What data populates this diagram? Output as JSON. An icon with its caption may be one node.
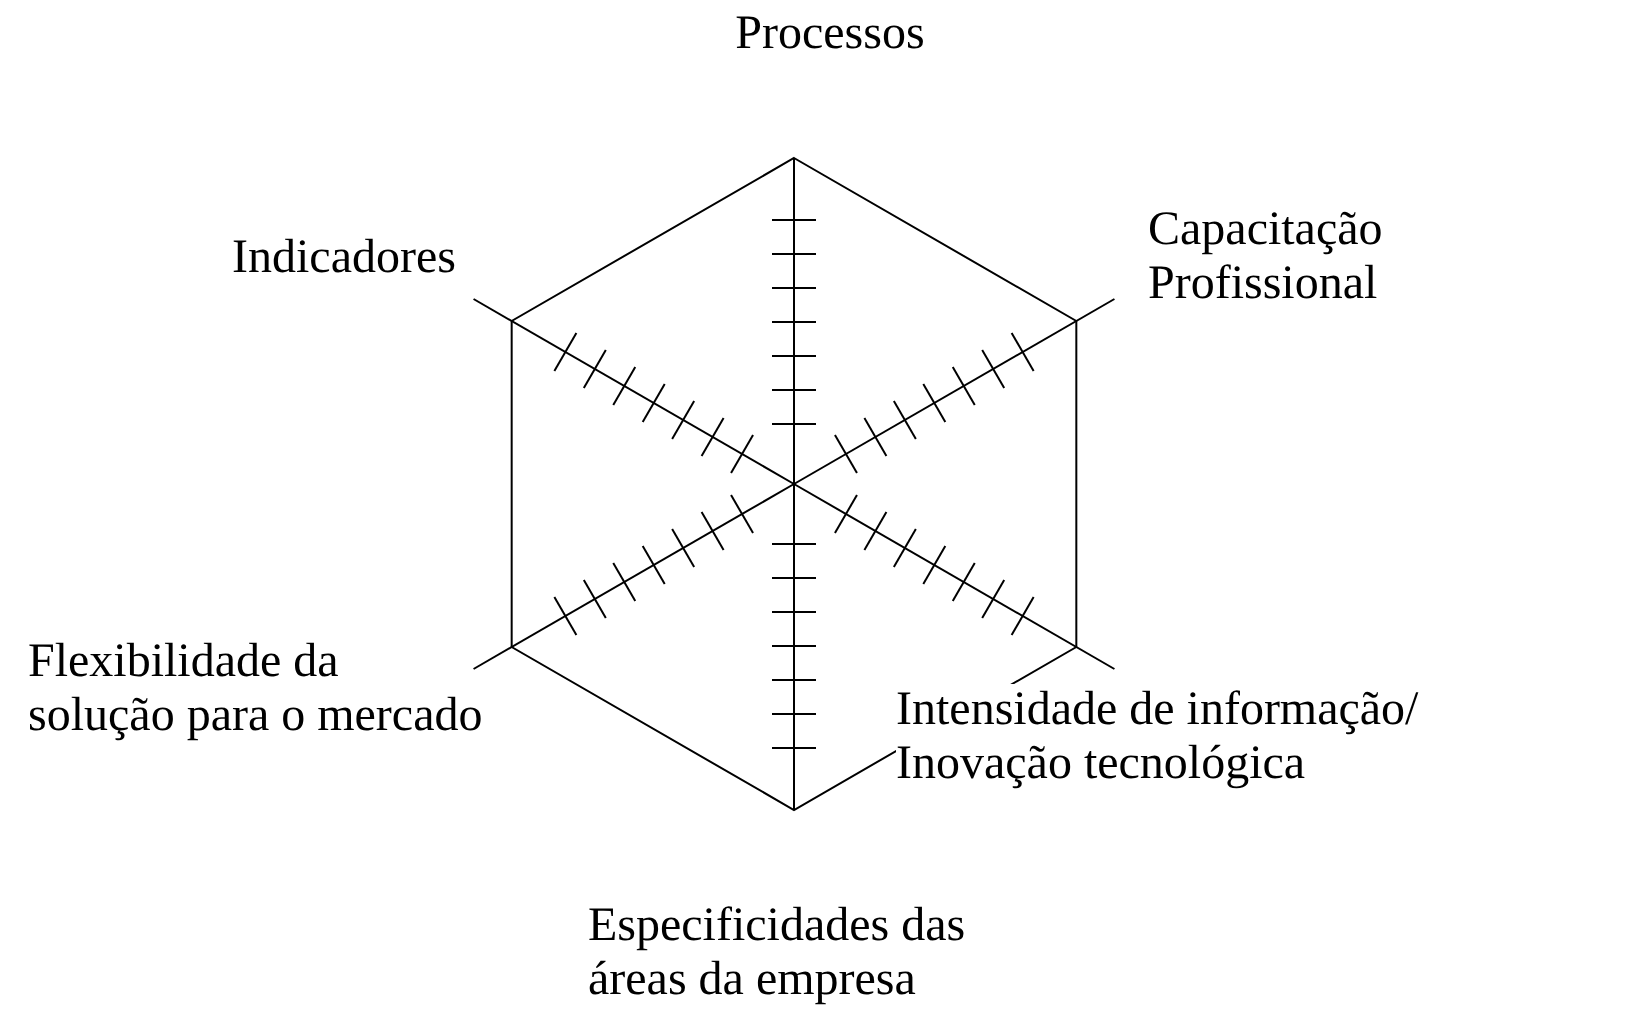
{
  "diagram": {
    "labels": [
      "Processos",
      "Capacitação Profissional",
      "Indicadores",
      "Flexibilidade da solução para o mercado",
      "Intensidade de informação/ Inovação tecnológica",
      "Especificidades das áreas da empresa"
    ]
  }
}
